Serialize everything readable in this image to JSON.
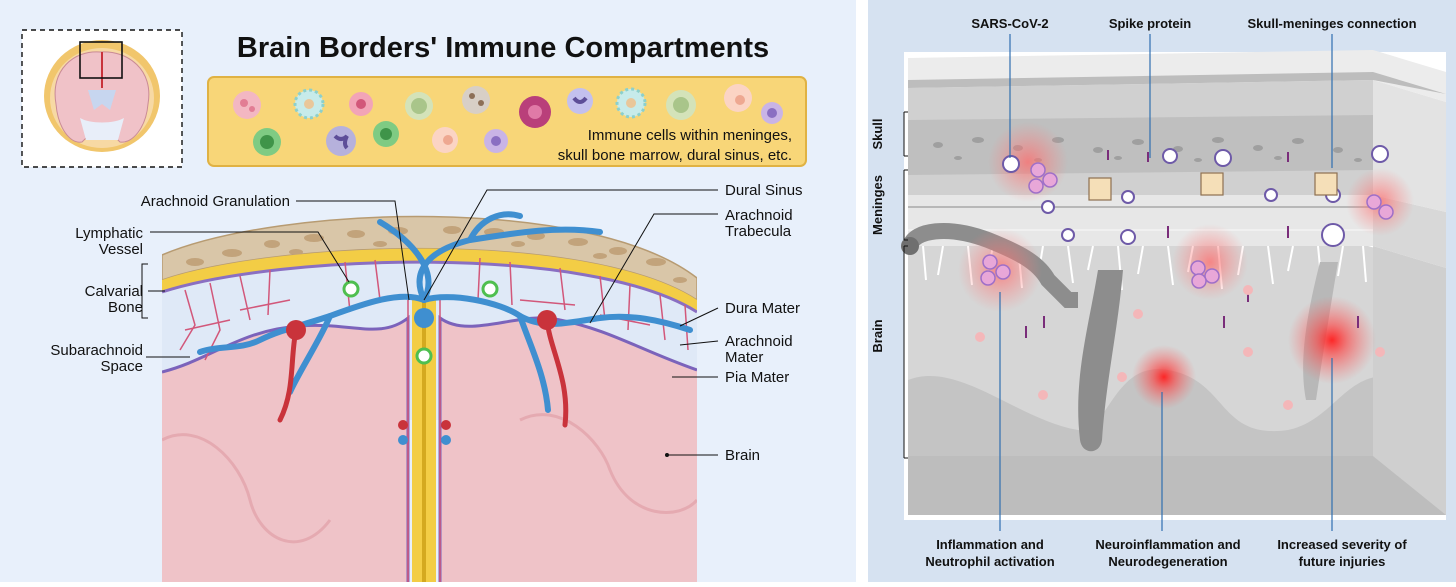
{
  "left": {
    "title": "Brain Borders' Immune Compartments",
    "caption_line1": "Immune cells within meninges,",
    "caption_line2": "skull bone marrow, dural sinus, etc.",
    "labels": {
      "arachnoid_granulation": "Arachnoid Granulation",
      "lymphatic_vessel_1": "Lymphatic",
      "lymphatic_vessel_2": "Vessel",
      "calvarial_bone_1": "Calvarial",
      "calvarial_bone_2": "Bone",
      "subarachnoid_space_1": "Subarachnoid",
      "subarachnoid_space_2": "Space",
      "dural_sinus": "Dural Sinus",
      "arachnoid_trabecula_1": "Arachnoid",
      "arachnoid_trabecula_2": "Trabecula",
      "dura_mater": "Dura Mater",
      "arachnoid_mater_1": "Arachnoid",
      "arachnoid_mater_2": "Mater",
      "pia_mater": "Pia Mater",
      "brain": "Brain"
    }
  },
  "right": {
    "top_labels": {
      "sars": "SARS-CoV-2",
      "spike": "Spike protein",
      "skull_meninges": "Skull-meninges connection"
    },
    "side_labels": {
      "skull": "Skull",
      "meninges": "Meninges",
      "brain": "Brain"
    },
    "bottom_labels": {
      "inflammation_1": "Inflammation and",
      "inflammation_2": "Neutrophil activation",
      "neuro_1": "Neuroinflammation and",
      "neuro_2": "Neurodegeneration",
      "severity_1": "Increased severity of",
      "severity_2": "future injuries"
    }
  },
  "colors": {
    "bone": "#d9c6a8",
    "dura": "#f3cd45",
    "csf_space": "#dfe9f7",
    "brain_tissue": "#efc3c8",
    "vessel_blue": "#3f8fd0",
    "vessel_red": "#c9333b",
    "arachnoid_purple": "#8a6fc2",
    "inflammation_glow": "#ff1e1e",
    "leader_blue": "#2f6fb0"
  }
}
